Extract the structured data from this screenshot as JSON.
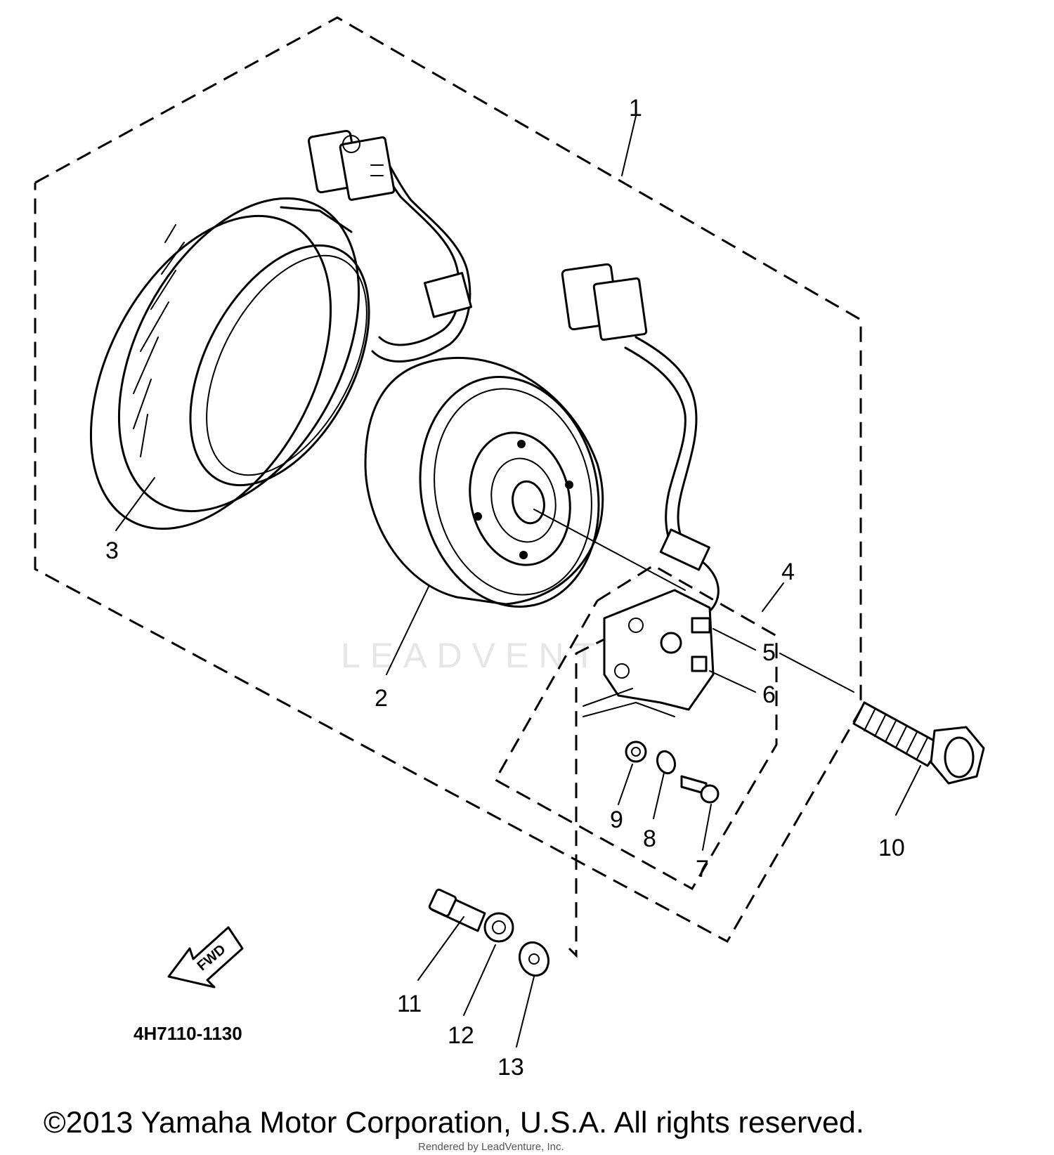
{
  "diagram": {
    "part_number": "4H7110-1130",
    "direction_label": "FWD",
    "watermark": "LEADVENTURE",
    "copyright": "©2013 Yamaha Motor Corporation, U.S.A. All rights reserved.",
    "rendered_by": "Rendered by LeadVenture, Inc.",
    "callouts": [
      "1",
      "2",
      "3",
      "4",
      "5",
      "6",
      "7",
      "8",
      "9",
      "10",
      "11",
      "12",
      "13"
    ]
  }
}
